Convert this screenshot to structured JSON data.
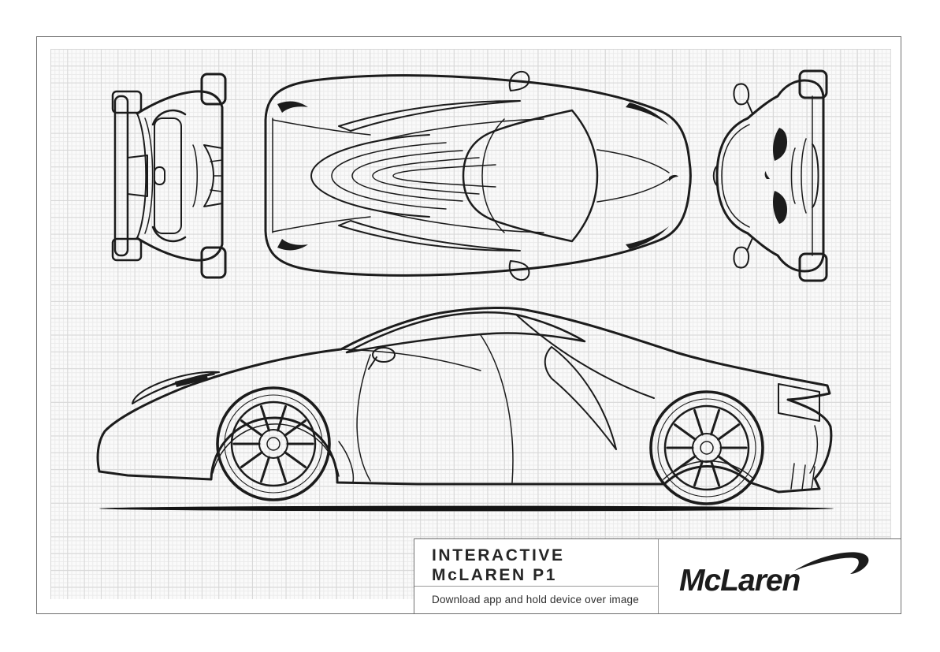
{
  "page": {
    "kind": "blueprint-poster",
    "background": "#ffffff",
    "frame_color": "#6e6e6e",
    "ink_color": "#1c1c1c",
    "paper_color": "#fafafa",
    "grid_minor_color": "#ebebeb",
    "grid_major_color": "#d7d7d7"
  },
  "views": [
    {
      "id": "rear-view",
      "label": "rear elevation, rotated 90"
    },
    {
      "id": "top-view",
      "label": "plan view"
    },
    {
      "id": "front-view",
      "label": "front elevation, rotated 90"
    },
    {
      "id": "side-view",
      "label": "side elevation"
    }
  ],
  "title_block": {
    "title_line1": "INTERACTIVE",
    "title_line2": "McLAREN P1",
    "instruction": "Download app and hold device over image",
    "brand_wordmark": "McLaren"
  }
}
